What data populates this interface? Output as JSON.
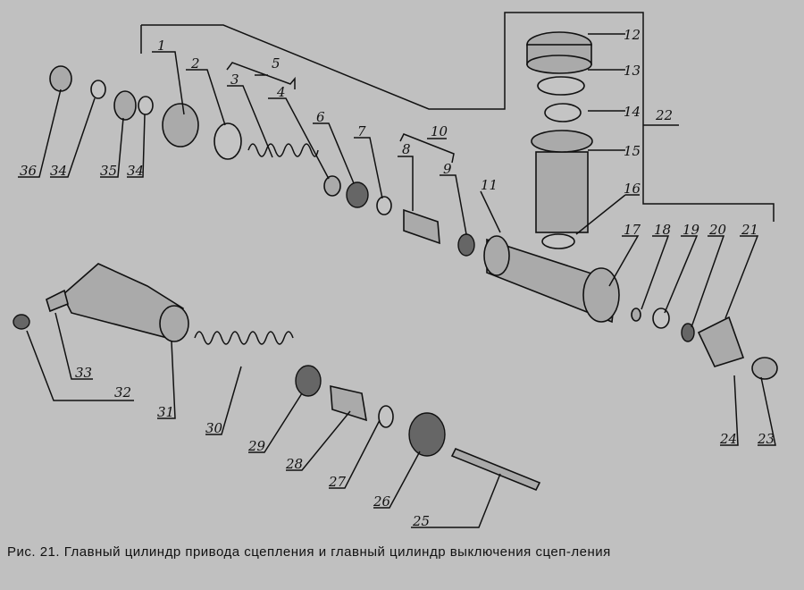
{
  "figure": {
    "caption": "Рис. 21. Главный цилиндр привода сцепления и главный цилиндр выключения сцеп-ления",
    "labels": {
      "l1": "1",
      "l2": "2",
      "l3": "3",
      "l4": "4",
      "l5": "5",
      "l6": "6",
      "l7": "7",
      "l8": "8",
      "l9": "9",
      "l10": "10",
      "l11": "11",
      "l12": "12",
      "l13": "13",
      "l14": "14",
      "l15": "15",
      "l16": "16",
      "l17": "17",
      "l18": "18",
      "l19": "19",
      "l20": "20",
      "l21": "21",
      "l22": "22",
      "l23": "23",
      "l24": "24",
      "l25": "25",
      "l26": "26",
      "l27": "27",
      "l28": "28",
      "l29": "29",
      "l30": "30",
      "l31": "31",
      "l32": "32",
      "l33": "33",
      "l34a": "34",
      "l35": "35",
      "l34b": "34",
      "l36": "36"
    }
  }
}
